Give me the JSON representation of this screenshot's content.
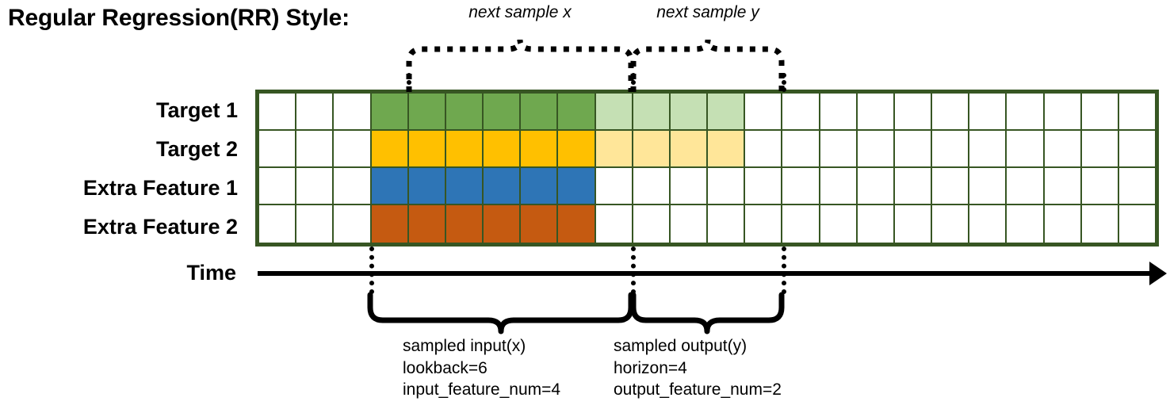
{
  "title": "Regular Regression(RR) Style:",
  "rows": [
    {
      "label": "Target 1",
      "name": "target-1"
    },
    {
      "label": "Target 2",
      "name": "target-2"
    },
    {
      "label": "Extra Feature 1",
      "name": "extra-feature-1"
    },
    {
      "label": "Extra Feature 2",
      "name": "extra-feature-2"
    }
  ],
  "axis": {
    "label": "Time"
  },
  "annotations": {
    "top_left": "next sample x",
    "top_right": "next sample y",
    "bottom_left": {
      "line1": "sampled input(x)",
      "line2": "lookback=6",
      "line3": "input_feature_num=4"
    },
    "bottom_right": {
      "line1": "sampled output(y)",
      "line2": "horizon=4",
      "line3": "output_feature_num=2"
    }
  },
  "colors": {
    "grid_border": "#375623",
    "empty": "#FFFFFF",
    "target1_in": "#6FA84F",
    "target1_out": "#C5E0B4",
    "target2_in": "#FFC000",
    "target2_out": "#FFE699",
    "feature1_in": "#2E75B6",
    "feature2_in": "#C55A11",
    "axis": "#000000"
  },
  "chart_data": {
    "type": "heatmap",
    "title": "Regular Regression(RR) Style:",
    "total_columns": 24,
    "lookback": 6,
    "horizon": 4,
    "input_feature_num": 4,
    "output_feature_num": 2,
    "input_start_column": 3,
    "input_end_column": 9,
    "output_start_column": 9,
    "output_end_column": 13,
    "row_names": [
      "Target 1",
      "Target 2",
      "Extra Feature 1",
      "Extra Feature 2"
    ],
    "cell_colors": [
      [
        "#FFFFFF",
        "#FFFFFF",
        "#FFFFFF",
        "#6FA84F",
        "#6FA84F",
        "#6FA84F",
        "#6FA84F",
        "#6FA84F",
        "#6FA84F",
        "#C5E0B4",
        "#C5E0B4",
        "#C5E0B4",
        "#C5E0B4",
        "#FFFFFF",
        "#FFFFFF",
        "#FFFFFF",
        "#FFFFFF",
        "#FFFFFF",
        "#FFFFFF",
        "#FFFFFF",
        "#FFFFFF",
        "#FFFFFF",
        "#FFFFFF",
        "#FFFFFF"
      ],
      [
        "#FFFFFF",
        "#FFFFFF",
        "#FFFFFF",
        "#FFC000",
        "#FFC000",
        "#FFC000",
        "#FFC000",
        "#FFC000",
        "#FFC000",
        "#FFE699",
        "#FFE699",
        "#FFE699",
        "#FFE699",
        "#FFFFFF",
        "#FFFFFF",
        "#FFFFFF",
        "#FFFFFF",
        "#FFFFFF",
        "#FFFFFF",
        "#FFFFFF",
        "#FFFFFF",
        "#FFFFFF",
        "#FFFFFF",
        "#FFFFFF"
      ],
      [
        "#FFFFFF",
        "#FFFFFF",
        "#FFFFFF",
        "#2E75B6",
        "#2E75B6",
        "#2E75B6",
        "#2E75B6",
        "#2E75B6",
        "#2E75B6",
        "#FFFFFF",
        "#FFFFFF",
        "#FFFFFF",
        "#FFFFFF",
        "#FFFFFF",
        "#FFFFFF",
        "#FFFFFF",
        "#FFFFFF",
        "#FFFFFF",
        "#FFFFFF",
        "#FFFFFF",
        "#FFFFFF",
        "#FFFFFF",
        "#FFFFFF",
        "#FFFFFF"
      ],
      [
        "#FFFFFF",
        "#FFFFFF",
        "#FFFFFF",
        "#C55A11",
        "#C55A11",
        "#C55A11",
        "#C55A11",
        "#C55A11",
        "#C55A11",
        "#FFFFFF",
        "#FFFFFF",
        "#FFFFFF",
        "#FFFFFF",
        "#FFFFFF",
        "#FFFFFF",
        "#FFFFFF",
        "#FFFFFF",
        "#FFFFFF",
        "#FFFFFF",
        "#FFFFFF",
        "#FFFFFF",
        "#FFFFFF",
        "#FFFFFF",
        "#FFFFFF"
      ]
    ],
    "xlabel": "Time",
    "ylabel": "",
    "legend": []
  }
}
